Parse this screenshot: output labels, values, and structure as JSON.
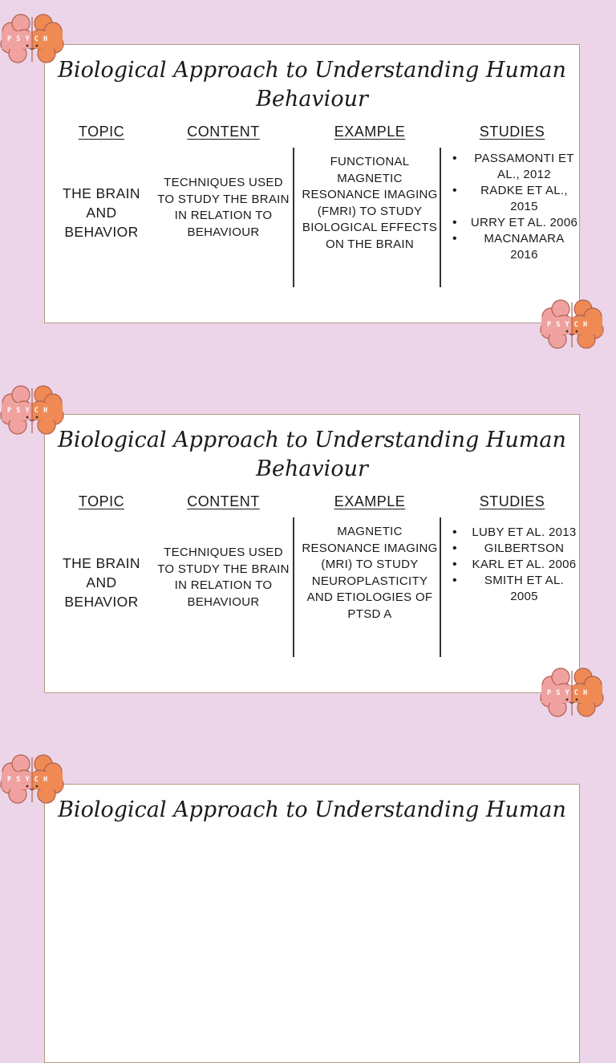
{
  "colors": {
    "background": "#ecd5e8",
    "card_border": "#b59a86",
    "brain_left": "#f0a2a0",
    "brain_right": "#ef8a55"
  },
  "badge_text": "PSYCH",
  "cards": [
    {
      "title": "Biological Approach to Understanding Human Behaviour",
      "headers": {
        "topic": "TOPIC",
        "content": "CONTENT",
        "example": "EXAMPLE",
        "studies": "STUDIES"
      },
      "topic": "THE BRAIN AND BEHAVIOR",
      "content": "TECHNIQUES USED TO STUDY THE BRAIN IN RELATION TO BEHAVIOUR",
      "example": "FUNCTIONAL MAGNETIC RESONANCE IMAGING (FMRI) TO STUDY BIOLOGICAL EFFECTS ON THE BRAIN",
      "studies": [
        "PASSAMONTI ET AL., 2012",
        "RADKE ET AL., 2015",
        "URRY ET AL. 2006",
        "MACNAMARA 2016"
      ]
    },
    {
      "title": "Biological Approach to Understanding Human Behaviour",
      "headers": {
        "topic": "TOPIC",
        "content": "CONTENT",
        "example": "EXAMPLE",
        "studies": "STUDIES"
      },
      "topic": "THE BRAIN AND BEHAVIOR",
      "content": "TECHNIQUES USED TO STUDY THE BRAIN IN RELATION TO BEHAVIOUR",
      "example": "MAGNETIC RESONANCE IMAGING (MRI) TO STUDY NEUROPLASTICITY AND ETIOLOGIES OF PTSD A",
      "studies": [
        "LUBY ET AL. 2013",
        "GILBERTSON",
        "KARL ET AL. 2006",
        "SMITH ET AL. 2005"
      ]
    },
    {
      "title": "Biological Approach to Understanding Human"
    }
  ]
}
